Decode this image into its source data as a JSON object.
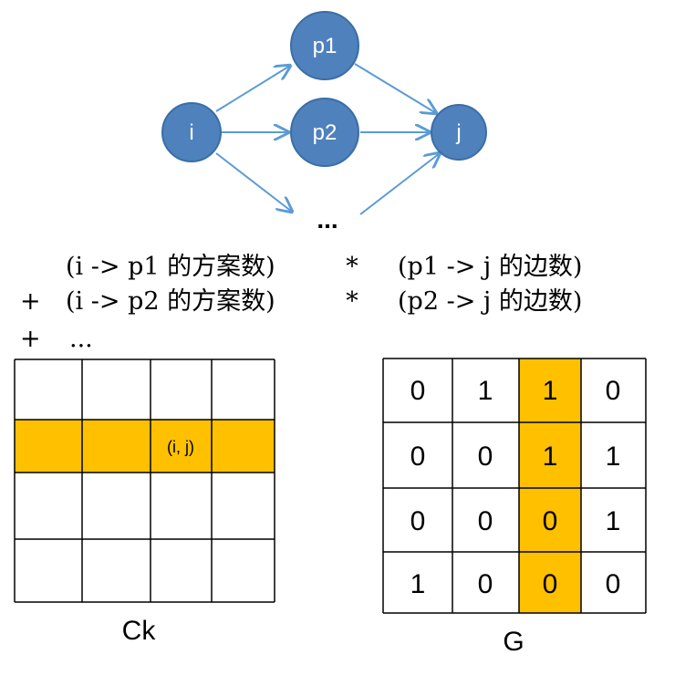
{
  "graph": {
    "nodes": [
      {
        "id": "i",
        "label": "i"
      },
      {
        "id": "p1",
        "label": "p1"
      },
      {
        "id": "p2",
        "label": "p2"
      },
      {
        "id": "j",
        "label": "j"
      }
    ],
    "edges": [
      {
        "from": "i",
        "to": "p1"
      },
      {
        "from": "i",
        "to": "p2"
      },
      {
        "from": "i",
        "to": "more"
      },
      {
        "from": "p1",
        "to": "j"
      },
      {
        "from": "p2",
        "to": "j"
      },
      {
        "from": "more",
        "to": "j"
      }
    ],
    "ellipsis": "..."
  },
  "formula": {
    "lines": [
      {
        "op": "",
        "left": "(i -> p1 的方案数)",
        "times": "*",
        "right": "(p1 -> j 的边数)"
      },
      {
        "op": "+",
        "left": "(i -> p2 的方案数)",
        "times": "*",
        "right": "(p2 -> j 的边数)"
      },
      {
        "op": "+",
        "left": "...",
        "times": "",
        "right": ""
      }
    ]
  },
  "matrix_ck": {
    "caption": "Ck",
    "highlight_row": 1,
    "cell_label": "(i, j)",
    "cell_label_col": 2,
    "highlight_color": "#ffc000"
  },
  "matrix_g": {
    "caption": "G",
    "highlight_col": 2,
    "highlight_color": "#ffc000",
    "rows": [
      [
        "0",
        "1",
        "1",
        "0"
      ],
      [
        "0",
        "0",
        "1",
        "1"
      ],
      [
        "0",
        "0",
        "0",
        "1"
      ],
      [
        "1",
        "0",
        "0",
        "0"
      ]
    ]
  }
}
